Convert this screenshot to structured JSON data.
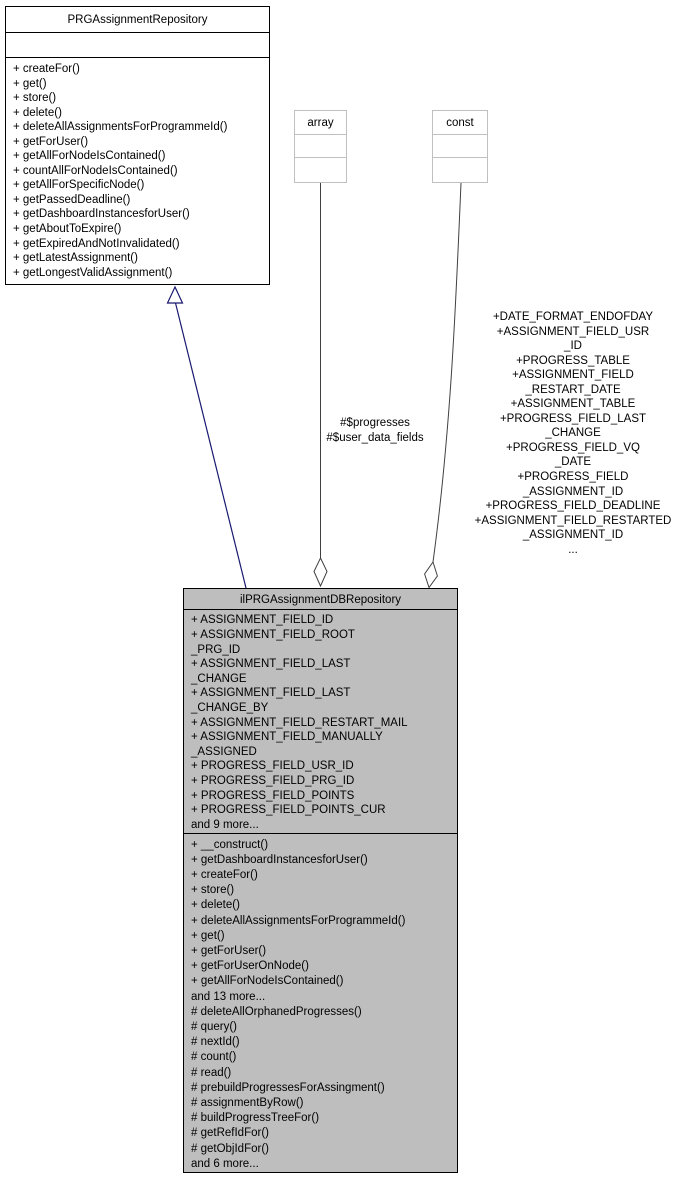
{
  "diagram": {
    "nodes": {
      "parent_class": {
        "title": "PRGAssignmentRepository",
        "attributes": "",
        "methods": [
          "+ createFor()",
          "+ get()",
          "+ store()",
          "+ delete()",
          "+ deleteAllAssignmentsForProgrammeId()",
          "+ getForUser()",
          "+ getAllForNodeIsContained()",
          "+ countAllForNodeIsContained()",
          "+ getAllForSpecificNode()",
          "+ getPassedDeadline()",
          "+ getDashboardInstancesforUser()",
          "+ getAboutToExpire()",
          "+ getExpiredAndNotInvalidated()",
          "+ getLatestAssignment()",
          "+ getLongestValidAssignment()"
        ]
      },
      "array_type": {
        "title": "array"
      },
      "const_type": {
        "title": "const"
      },
      "main_class": {
        "title": "ilPRGAssignmentDBRepository",
        "fields": [
          "+ ASSIGNMENT_FIELD_ID",
          "+ ASSIGNMENT_FIELD_ROOT",
          "_PRG_ID",
          "+ ASSIGNMENT_FIELD_LAST",
          "_CHANGE",
          "+ ASSIGNMENT_FIELD_LAST",
          "_CHANGE_BY",
          "+ ASSIGNMENT_FIELD_RESTART_MAIL",
          "+ ASSIGNMENT_FIELD_MANUALLY",
          "_ASSIGNED",
          "+ PROGRESS_FIELD_USR_ID",
          "+ PROGRESS_FIELD_PRG_ID",
          "+ PROGRESS_FIELD_POINTS",
          "+ PROGRESS_FIELD_POINTS_CUR",
          "and 9 more..."
        ],
        "methods": [
          "+ __construct()",
          "+ getDashboardInstancesforUser()",
          "+ createFor()",
          "+ store()",
          "+ delete()",
          "+ deleteAllAssignmentsForProgrammeId()",
          "+ get()",
          "+ getForUser()",
          "+ getForUserOnNode()",
          "+ getAllForNodeIsContained()",
          "and 13 more...",
          "# deleteAllOrphanedProgresses()",
          "# query()",
          "# nextId()",
          "# count()",
          "# read()",
          "# prebuildProgressesForAssingment()",
          "# assignmentByRow()",
          "# buildProgressTreeFor()",
          "# getRefIdFor()",
          "# getObjIdFor()",
          "and 6 more..."
        ]
      }
    },
    "edges": {
      "inheritance": {
        "type": "generalization",
        "from": "ilPRGAssignmentDBRepository",
        "to": "PRGAssignmentRepository"
      },
      "array_aggregation": {
        "type": "aggregation",
        "from": "array",
        "to": "ilPRGAssignmentDBRepository",
        "label_lines": [
          "#$progresses",
          "#$user_data_fields"
        ]
      },
      "const_aggregation": {
        "type": "aggregation",
        "from": "const",
        "to": "ilPRGAssignmentDBRepository",
        "label_lines": [
          "+DATE_FORMAT_ENDOFDAY",
          "+ASSIGNMENT_FIELD_USR",
          "_ID",
          "+PROGRESS_TABLE",
          "+ASSIGNMENT_FIELD",
          "_RESTART_DATE",
          "+ASSIGNMENT_TABLE",
          "+PROGRESS_FIELD_LAST",
          "_CHANGE",
          "+PROGRESS_FIELD_VQ",
          "_DATE",
          "+PROGRESS_FIELD",
          "_ASSIGNMENT_ID",
          "+PROGRESS_FIELD_DEADLINE",
          "+ASSIGNMENT_FIELD_RESTARTED",
          "_ASSIGNMENT_ID",
          "..."
        ]
      }
    },
    "colors": {
      "inheritance_edge": "#191970",
      "aggregation_edge": "#404040",
      "highlight_node_fill": "#bebebe",
      "node_border": "#000000",
      "typed_node_border": "#c0c0c0",
      "text": "#000000",
      "background": "#ffffff"
    }
  }
}
